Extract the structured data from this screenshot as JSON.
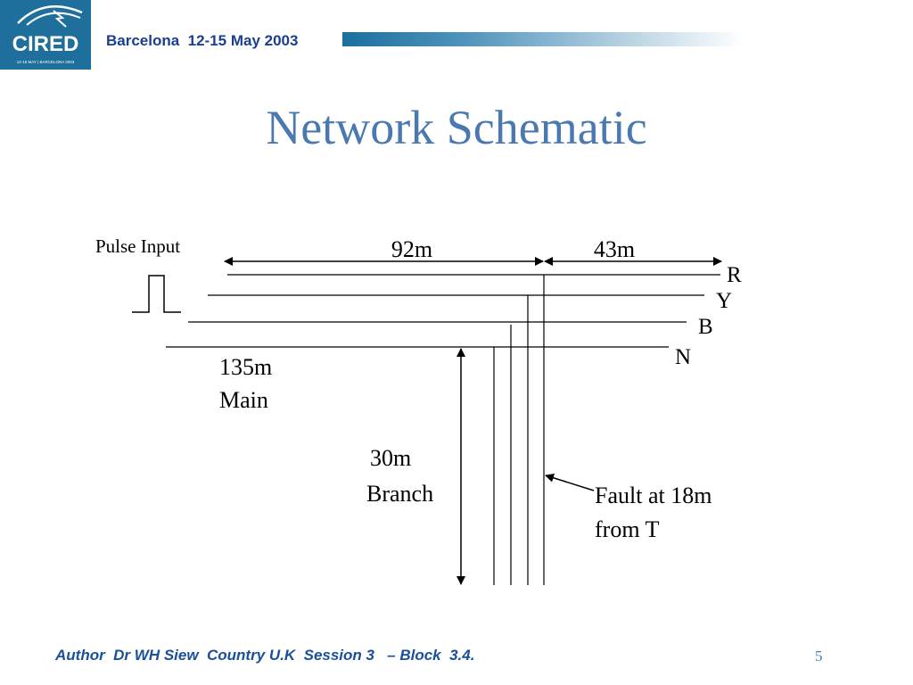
{
  "header": {
    "logo_text": "CIRED",
    "logo_subtext": "12-15 MAY | BARCELONA 2003",
    "event": "Barcelona  12-15 May 2003"
  },
  "slide": {
    "title": "Network Schematic"
  },
  "diagram": {
    "pulse_input_label": "Pulse Input",
    "dim_main_left": "92m",
    "dim_main_right": "43m",
    "phase_labels": [
      "R",
      "Y",
      "B",
      "N"
    ],
    "main_length": "135m",
    "main_label": "Main",
    "branch_length": "30m",
    "branch_label": "Branch",
    "fault_line1": "Fault at 18m",
    "fault_line2": "from T"
  },
  "footer": {
    "text": "Author  Dr WH Siew  Country U.K  Session 3   – Block  3.4.",
    "page_number": "5"
  },
  "colors": {
    "title": "#4a78b0",
    "header_text": "#1a3f8f",
    "footer_text": "#1a4f9a",
    "logo_bg": "#1f6f9c"
  }
}
